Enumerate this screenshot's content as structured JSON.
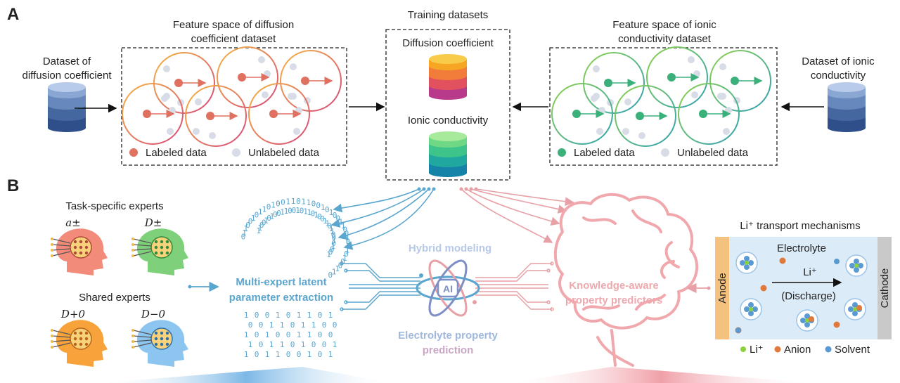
{
  "panels": {
    "a": "A",
    "b": "B"
  },
  "top": {
    "training_title": "Training datasets",
    "diffusion_db_label": "Diffusion coefficient",
    "ionic_db_label": "Ionic conductivity",
    "left_dataset_label": [
      "Dataset of",
      "diffusion coefficient"
    ],
    "right_dataset_label": [
      "Dataset of ionic",
      "conductivity"
    ],
    "left_space_title": [
      "Feature space of diffusion",
      "coefficient dataset"
    ],
    "right_space_title": [
      "Feature space of ionic",
      "conductivity dataset"
    ],
    "labeled": "Labeled data",
    "unlabeled": "Unlabeled data"
  },
  "bottom": {
    "task_experts": "Task-specific experts",
    "shared_experts": "Shared experts",
    "expert_symbols": [
      "a±",
      "D±",
      "D+0",
      "D−0"
    ],
    "latent": [
      "Multi-expert latent",
      "parameter extraction"
    ],
    "hybrid": "Hybrid modeling",
    "ai": "AI",
    "prediction": [
      "Electrolyte property",
      "prediction"
    ],
    "knowledge": [
      "Knowledge-aware",
      "property predictors"
    ],
    "mechanism_title": "Li⁺ transport mechanisms",
    "electrolyte": "Electrolyte",
    "li_arrow": "Li⁺",
    "discharge": "(Discharge)",
    "anode": "Anode",
    "cathode": "Cathode",
    "legend": [
      "Li⁺",
      "Anion",
      "Solvent"
    ],
    "binary": [
      "0",
      "1",
      "1",
      "0",
      "0",
      "1",
      "0",
      "1",
      "1",
      "0",
      "1",
      "0",
      "0",
      "1",
      "1",
      "0",
      "1",
      "1",
      "0",
      "0",
      "1",
      "0",
      "1",
      "0"
    ]
  },
  "colors": {
    "diffusion": "#e07060",
    "ionic": "#3ab07a",
    "blue": "#5aa6cf",
    "pink": "#e7a0a6",
    "db_blue": "#4a6ea8"
  }
}
